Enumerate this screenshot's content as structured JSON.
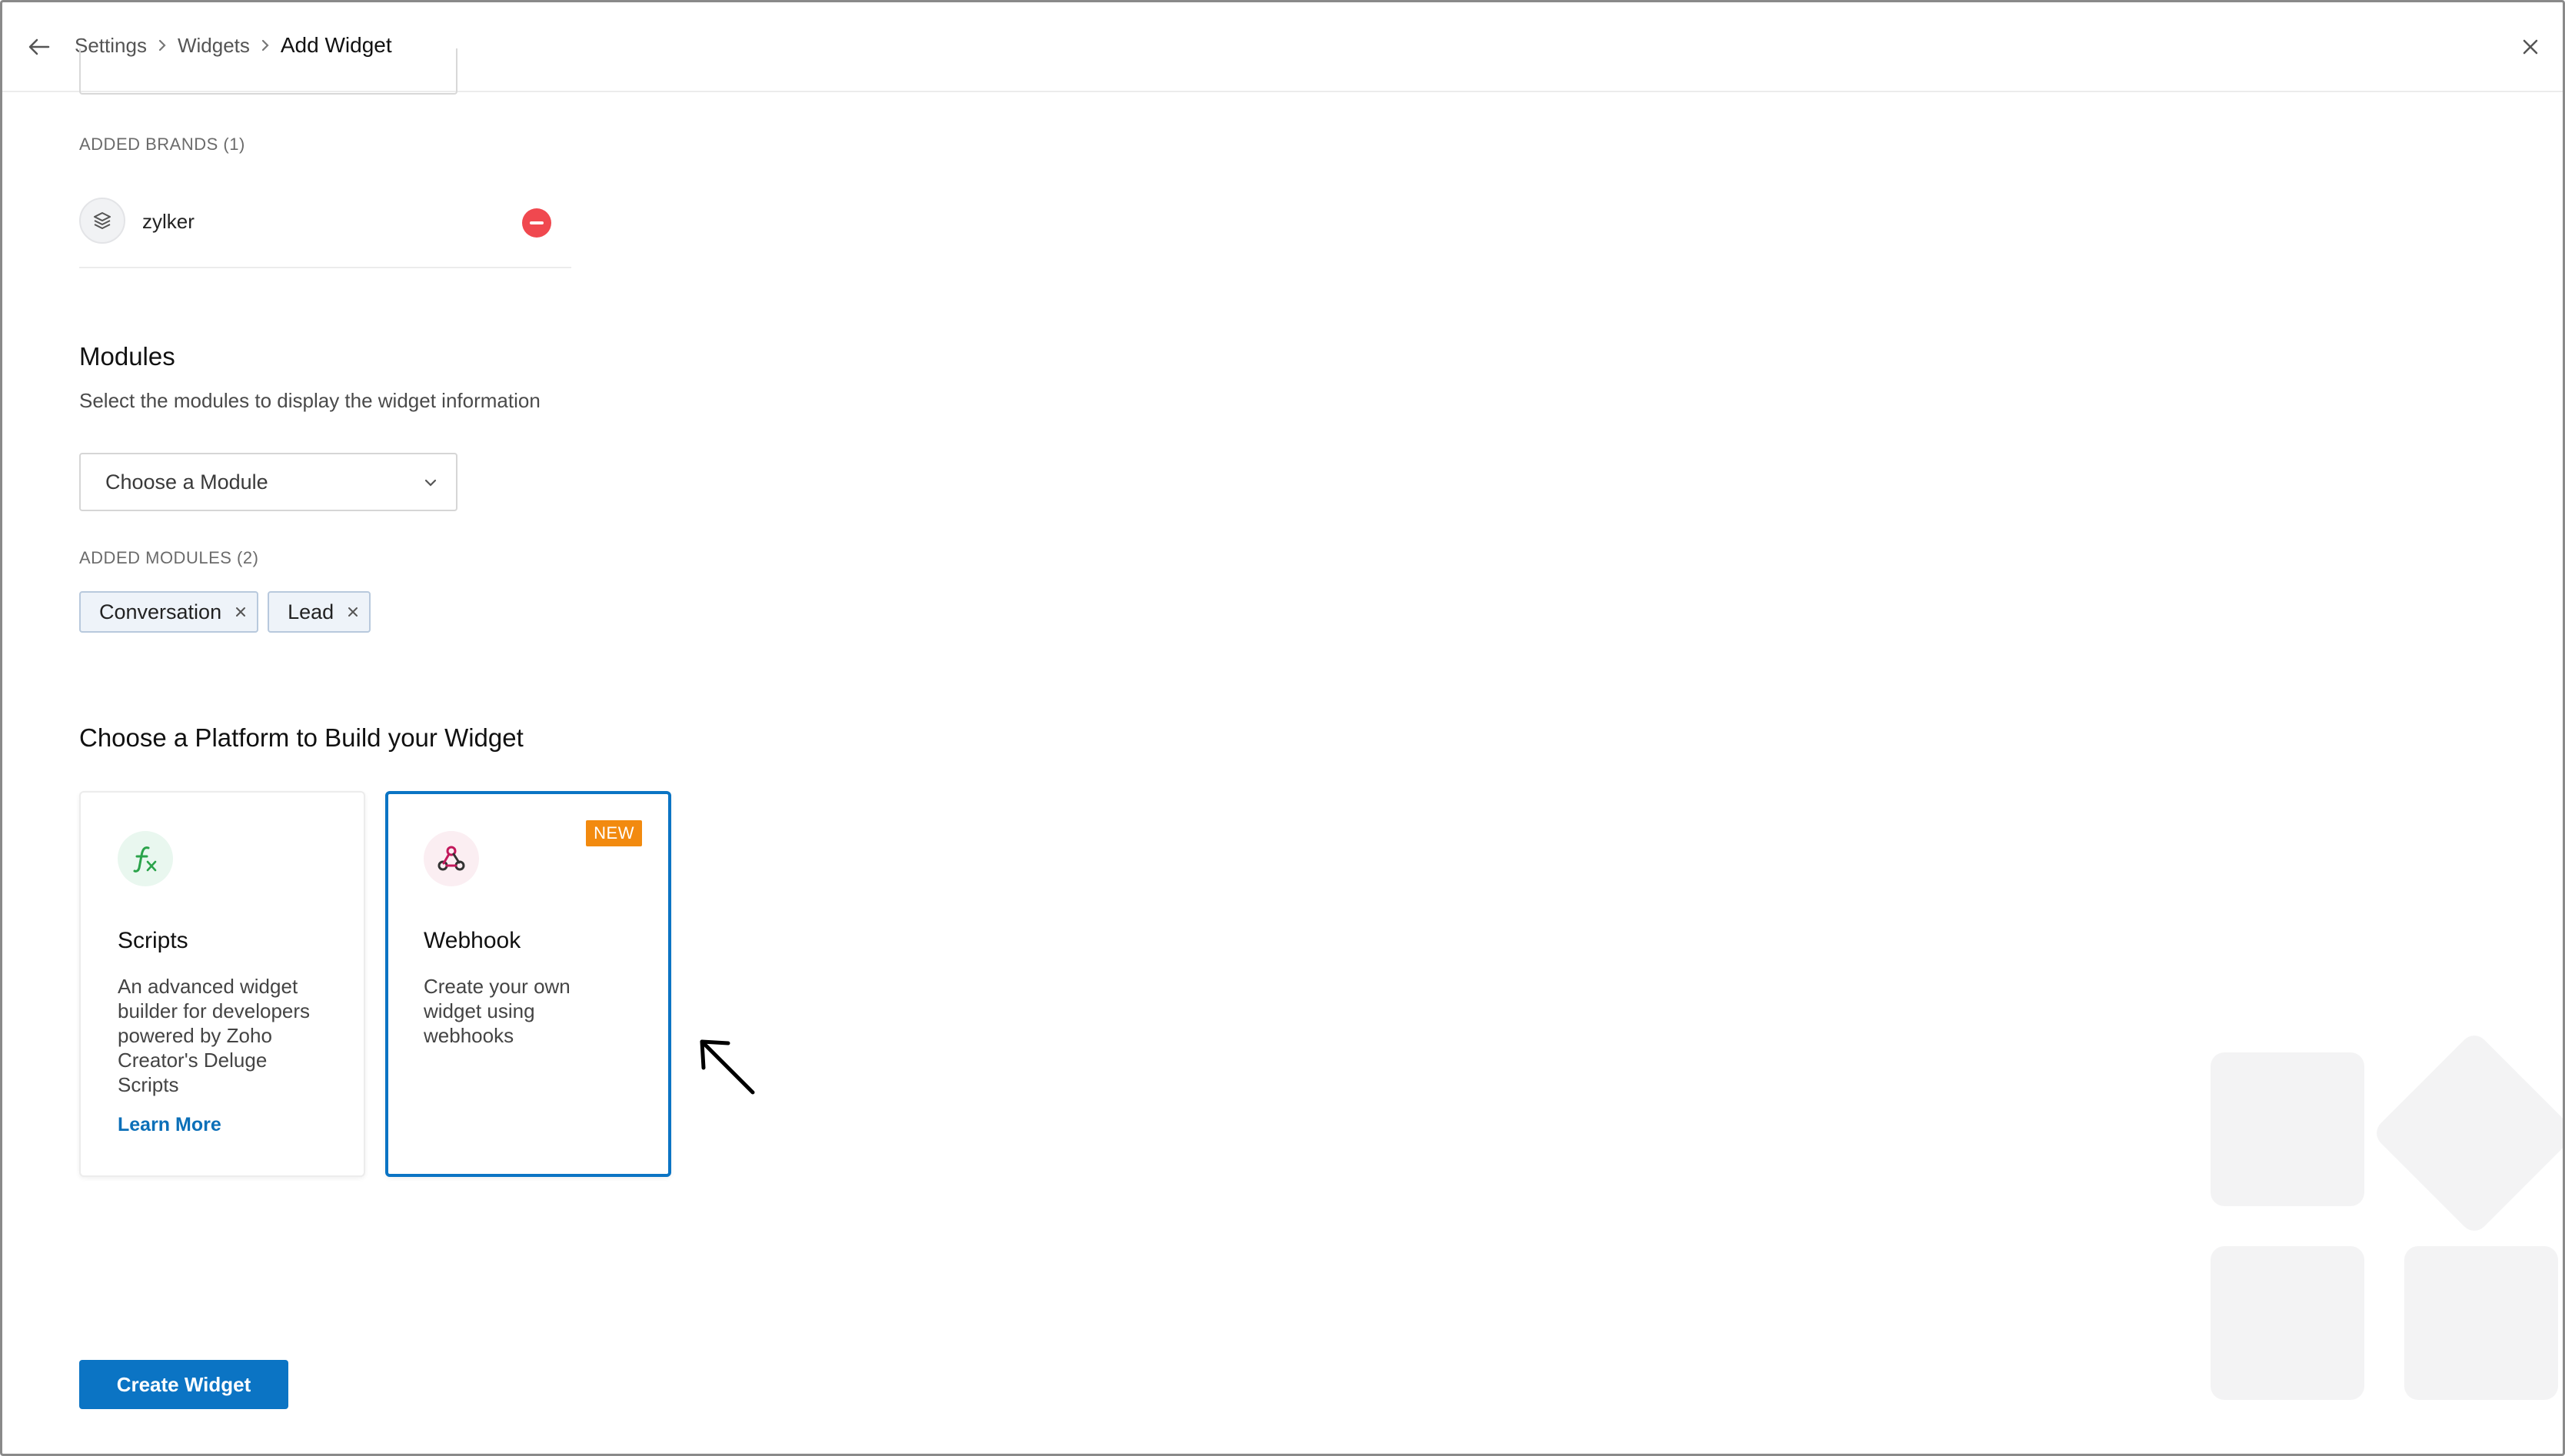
{
  "header": {
    "breadcrumb": [
      "Settings",
      "Widgets",
      "Add Widget"
    ]
  },
  "brands": {
    "label": "ADDED BRANDS (1)",
    "items": [
      {
        "name": "zylker"
      }
    ]
  },
  "modules": {
    "title": "Modules",
    "description": "Select the modules to display the widget information",
    "select_placeholder": "Choose a Module",
    "added_label": "ADDED MODULES (2)",
    "chips": [
      "Conversation",
      "Lead"
    ]
  },
  "platform": {
    "title": "Choose a Platform to Build your Widget",
    "cards": [
      {
        "title": "Scripts",
        "description": "An advanced widget builder for developers powered by Zoho Creator's Deluge Scripts",
        "link": "Learn More",
        "icon": "function-icon",
        "selected": false
      },
      {
        "title": "Webhook",
        "description": "Create your own widget using webhooks",
        "badge": "NEW",
        "icon": "webhook-icon",
        "selected": true
      }
    ]
  },
  "actions": {
    "create_label": "Create Widget"
  },
  "colors": {
    "primary": "#0b74c4",
    "danger": "#f0484f",
    "badge": "#f28a0f",
    "chip_bg": "#eef3f9"
  }
}
